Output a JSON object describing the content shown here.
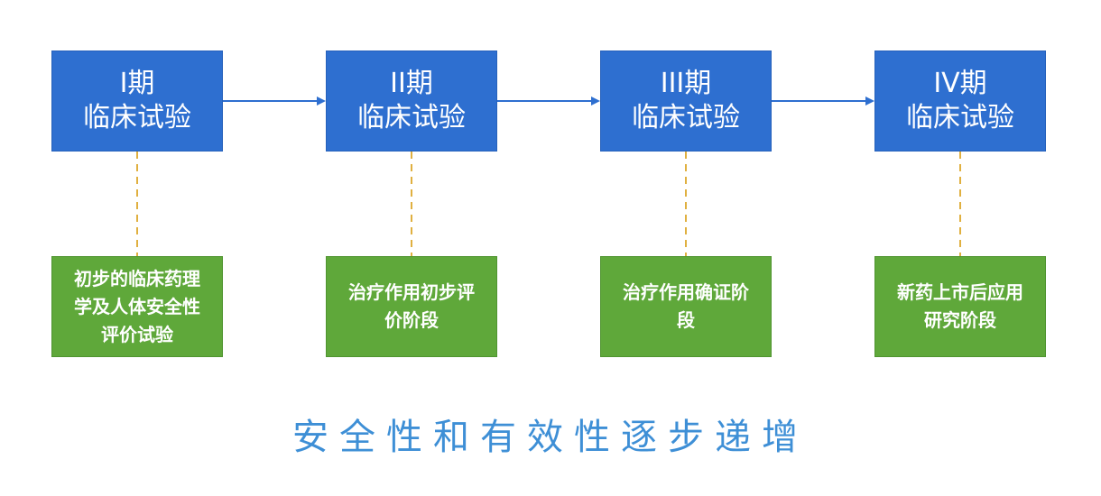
{
  "phases": [
    {
      "name": "I期",
      "title": "临床试验",
      "description": "初步的临床药理学及人体安全性评价试验"
    },
    {
      "name": "II期",
      "title": "临床试验",
      "description": "治疗作用初步评价阶段"
    },
    {
      "name": "III期",
      "title": "临床试验",
      "description": "治疗作用确证阶段"
    },
    {
      "name": "IV期",
      "title": "临床试验",
      "description": "新药上市后应用研究阶段"
    }
  ],
  "footer": "安全性和有效性逐步递增",
  "colors": {
    "phase_box": "#2e6fd0",
    "description_box": "#5fa83a",
    "connector_arrow": "#2e6fd0",
    "dashed_connector": "#e0b040",
    "footer_text": "#3e8fd6"
  }
}
